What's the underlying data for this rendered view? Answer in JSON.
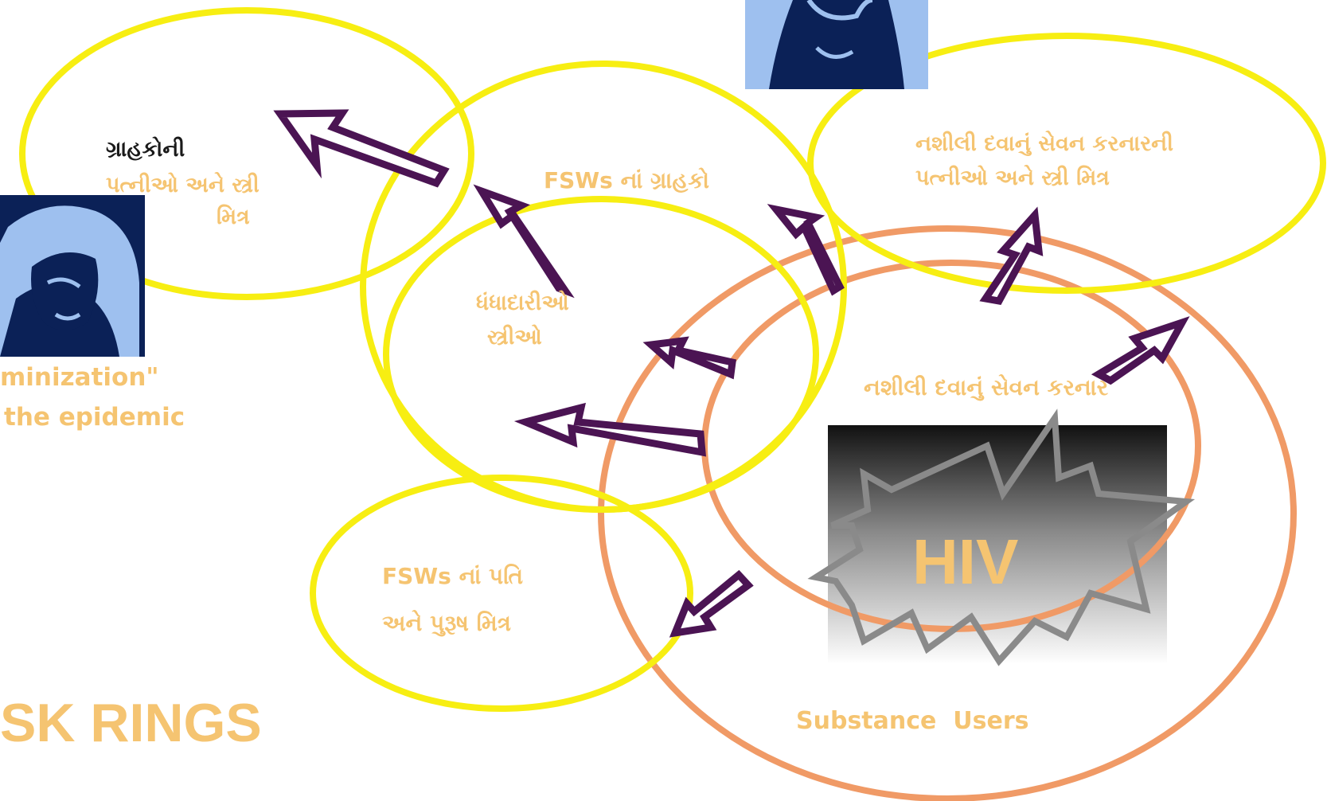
{
  "header_fragment": "minization\"",
  "subtitle_fragment": "the epidemic",
  "title_fragment": "SK RINGS",
  "rings": {
    "wives_of_clients": {
      "line1": "ગ્રાહકોની",
      "line2": "પત્નીઓ અને સ્ત્રી",
      "line3": "મિત્ર"
    },
    "fsw_clients": {
      "label": "FSWs નાં ગ્રાહકો"
    },
    "sex_workers": {
      "line1": "ધંધાદારીઓ",
      "line2": "સ્ત્રીઓ"
    },
    "wives_of_drug_users": {
      "line1": "નશીલી દવાનું સેવન કરનારની",
      "line2": "પત્નીઓ અને સ્ત્રી મિત્ર"
    },
    "fsw_partners": {
      "line1": "FSWs નાં પતિ",
      "line2": "અને પુરૂષ  મિત્ર"
    },
    "drug_users": {
      "label": "નશીલી દવાનું સેવન કરનાર"
    }
  },
  "hiv": {
    "label": "HIV"
  },
  "substance_users": {
    "label": "Substance  Users"
  },
  "colors": {
    "yellow_ring": "#f7ee12",
    "orange_ring": "#f09a66",
    "arrow": "#4b1453",
    "label": "#f5c471",
    "photo_dark": "#0b2157",
    "photo_light": "#9ec0ef"
  }
}
